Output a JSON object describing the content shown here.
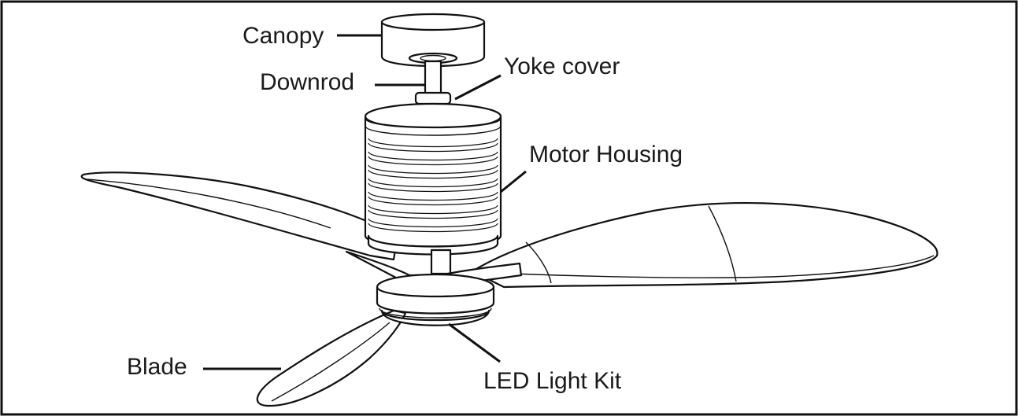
{
  "labels": {
    "canopy": "Canopy",
    "downrod": "Downrod",
    "yoke_cover": "Yoke cover",
    "motor_housing": "Motor Housing",
    "blade": "Blade",
    "led_light_kit": "LED Light Kit"
  }
}
